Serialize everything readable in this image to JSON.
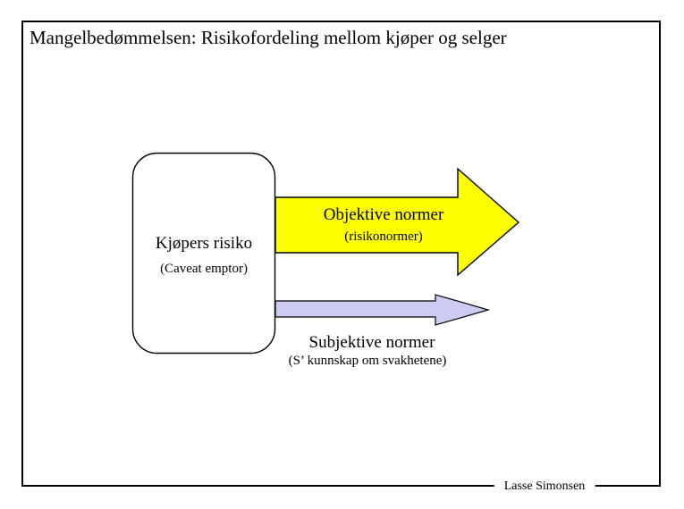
{
  "slide": {
    "title": "Mangelbedømmelsen: Risikofordeling mellom kjøper og selger",
    "footer_author": "Lasse Simonsen"
  },
  "buyer_box": {
    "label": "Kjøpers risiko",
    "sublabel": "(Caveat emptor)"
  },
  "arrows": {
    "objective": {
      "label": "Objektive normer",
      "sublabel": "(risikonormer)",
      "fill": "#FFFF00",
      "stroke": "#000000"
    },
    "subjective": {
      "label": "Subjektive normer",
      "sublabel": "(S’ kunnskap om svakhetene)",
      "fill": "#CCCCF2",
      "stroke": "#000000"
    }
  }
}
